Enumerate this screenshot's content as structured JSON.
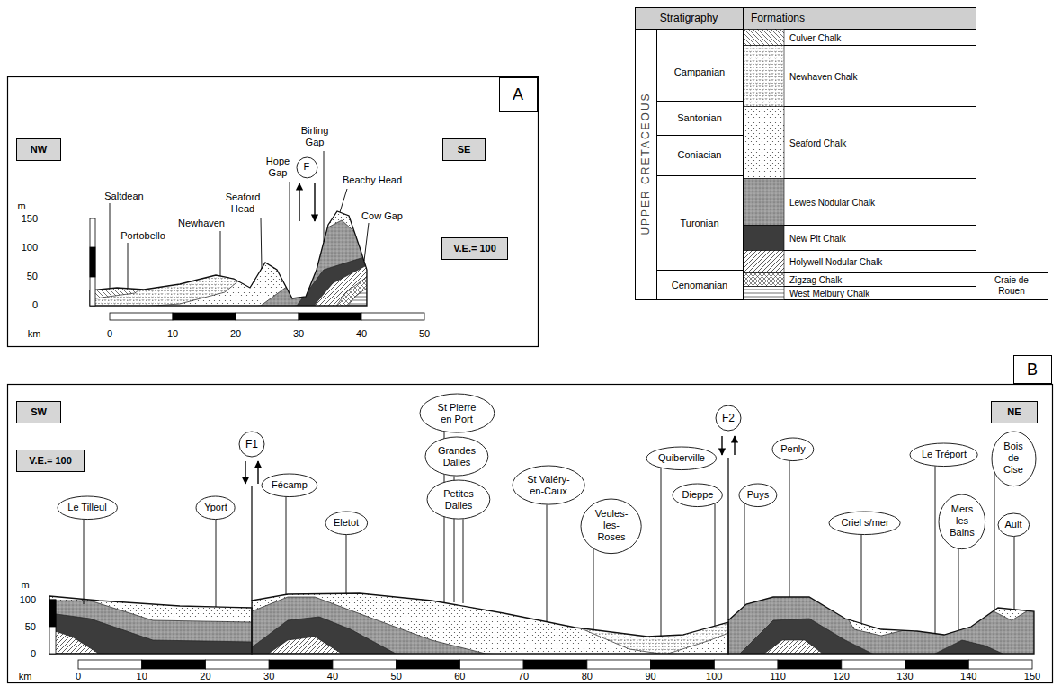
{
  "diagram": {
    "nodes": [
      {
        "text": [
          "A"
        ]
      },
      {
        "text": [
          "NW"
        ]
      },
      {
        "text": [
          "SE"
        ]
      },
      {
        "text": [
          "F"
        ]
      },
      {
        "text": [
          "V.E.= 100"
        ]
      },
      {
        "text": [
          "B"
        ]
      },
      {
        "text": [
          "SW"
        ]
      },
      {
        "text": [
          "NE"
        ]
      },
      {
        "text": [
          "V.E.= 100"
        ]
      },
      {
        "text": [
          "Le Tilleul"
        ]
      },
      {
        "text": [
          "Yport"
        ]
      },
      {
        "text": [
          "F1"
        ]
      },
      {
        "text": [
          "Fécamp"
        ]
      },
      {
        "text": [
          "Eletot"
        ]
      },
      {
        "text": [
          "St Pierre en Port"
        ]
      },
      {
        "text": [
          "Grandes Dalles"
        ]
      },
      {
        "text": [
          "Petites Dalles"
        ]
      },
      {
        "text": [
          "St Valéry-en-Caux"
        ]
      },
      {
        "text": [
          "Veules-les-Roses"
        ]
      },
      {
        "text": [
          "Quiberville"
        ]
      },
      {
        "text": [
          "Dieppe"
        ]
      },
      {
        "text": [
          "F2"
        ]
      },
      {
        "text": [
          "Puys"
        ]
      },
      {
        "text": [
          "Penly"
        ]
      },
      {
        "text": [
          "Criel s/mer"
        ]
      },
      {
        "text": [
          "Le Tréport"
        ]
      },
      {
        "text": [
          "Mers les Bains"
        ]
      },
      {
        "text": [
          "Bois de Cise"
        ]
      },
      {
        "text": [
          "Ault"
        ]
      }
    ],
    "labels": [
      "Saltdean",
      "Portobello",
      "Newhaven",
      "Seaford Head",
      "Hope Gap",
      "Birling Gap",
      "Beachy Head",
      "Cow Gap",
      "m",
      "150",
      "100",
      "50",
      "0",
      "km",
      "0",
      "10",
      "20",
      "30",
      "40",
      "50",
      "Stratigraphy",
      "Formations",
      "UPPER CRETACEOUS",
      "Campanian",
      "Santonian",
      "Coniacian",
      "Turonian",
      "Cenomanian",
      "Craie de Rouen",
      "m",
      "100",
      "50",
      "0",
      "km",
      "0",
      "10",
      "20",
      "30",
      "40",
      "50",
      "60",
      "70",
      "80",
      "90",
      "100",
      "110",
      "120",
      "130",
      "140",
      "150"
    ],
    "legend": [
      {
        "text": "Culver Chalk"
      },
      {
        "text": "Newhaven Chalk"
      },
      {
        "text": "Seaford Chalk"
      },
      {
        "text": "Lewes Nodular Chalk"
      },
      {
        "text": "New Pit Chalk",
        "color": "#3c3c3c"
      },
      {
        "text": "Holywell Nodular Chalk"
      },
      {
        "text": "Zigzag Chalk"
      },
      {
        "text": "West Melbury Chalk"
      }
    ]
  }
}
